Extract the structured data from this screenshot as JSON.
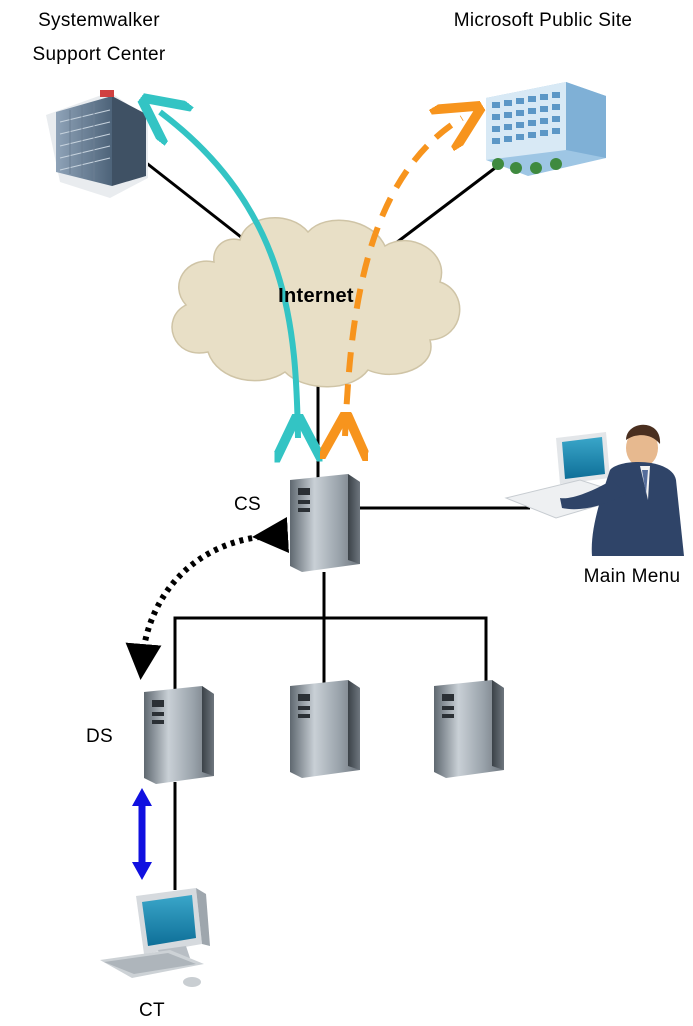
{
  "labels": {
    "support_center_line1": "Systemwalker",
    "support_center_line2": "Support Center",
    "microsoft_site": "Microsoft Public Site",
    "internet": "Internet",
    "cs": "CS",
    "ds": "DS",
    "ct": "CT",
    "main_menu": "Main Menu"
  },
  "colors": {
    "cyan_arrow": "#33c4c4",
    "orange_arrow": "#f7941d",
    "blue_arrow": "#1010e0",
    "cloud_fill": "#e8dfc6",
    "line": "#000000"
  },
  "icons": {
    "support_center": "office-building-icon",
    "microsoft_site": "office-building-icon",
    "internet": "cloud-icon",
    "cs": "server-tower-icon",
    "ds": "server-tower-icon",
    "ct": "desktop-computer-icon",
    "main_menu": "user-at-laptop-icon"
  }
}
